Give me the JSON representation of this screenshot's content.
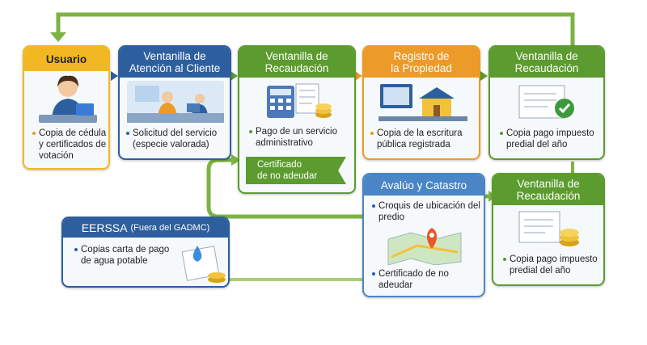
{
  "colors": {
    "yellow": "#f2b823",
    "blue": "#2d5f9e",
    "green": "#5c9b2f",
    "orange": "#ec9a28",
    "connector": "#7cb342"
  },
  "usuario": {
    "title": "Usuario",
    "bullets": [
      "Copia de cédula y certificados de votación"
    ]
  },
  "atencion": {
    "title_l1": "Ventanilla de",
    "title_l2": "Atención al Cliente",
    "bullets": [
      "Solicitud del servicio (especie valorada)"
    ]
  },
  "recaudacion1": {
    "title_l1": "Ventanilla de",
    "title_l2": "Recaudación",
    "bullets": [
      "Pago de un servicio administrativo"
    ],
    "tag_l1": "Certificado",
    "tag_l2": "de no adeudar"
  },
  "registro": {
    "title_l1": "Registro de",
    "title_l2": "la Propiedad",
    "bullets": [
      "Copia de la escritura pública registrada"
    ]
  },
  "recaudacion2": {
    "title_l1": "Ventanilla de",
    "title_l2": "Recaudación",
    "bullets": [
      "Copia pago impuesto predial del año"
    ]
  },
  "avaluo": {
    "title": "Avalúo y Catastro",
    "bullets": [
      "Croquis de ubicación del predio",
      "Certificado de no adeudar"
    ]
  },
  "recaudacion3": {
    "title_l1": "Ventanilla de",
    "title_l2": "Recaudación",
    "bullets": [
      "Copia pago impuesto predial del año"
    ]
  },
  "eerssa": {
    "title": "EERSSA",
    "title_note": "(Fuera del GADMC)",
    "bullets": [
      "Copias carta de pago de agua potable"
    ]
  },
  "icons": [
    "user-at-desk-icon",
    "service-counter-icon",
    "calculator-coins-icon",
    "house-certificate-icon",
    "certificate-check-icon",
    "map-pin-icon",
    "coins-document-icon",
    "water-bill-icon"
  ]
}
